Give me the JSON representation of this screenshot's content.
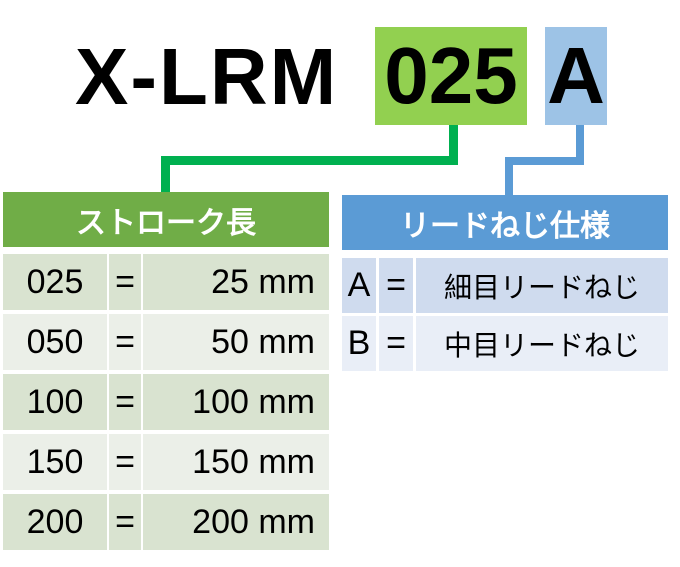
{
  "model": {
    "prefix": "X-LRM",
    "stroke_code": "025",
    "lead_code": "A"
  },
  "colors": {
    "green_box": "#92d050",
    "blue_box": "#9dc3e6",
    "green_header": "#70ad47",
    "blue_header": "#5b9bd5",
    "green_line": "#00b050"
  },
  "stroke_table": {
    "header": "ストローク長",
    "rows": [
      {
        "code": "025",
        "eq": "=",
        "value": "25 mm"
      },
      {
        "code": "050",
        "eq": "=",
        "value": "50 mm"
      },
      {
        "code": "100",
        "eq": "=",
        "value": "100 mm"
      },
      {
        "code": "150",
        "eq": "=",
        "value": "150 mm"
      },
      {
        "code": "200",
        "eq": "=",
        "value": "200 mm"
      }
    ]
  },
  "lead_table": {
    "header": "リードねじ仕様",
    "rows": [
      {
        "code": "A",
        "eq": "=",
        "value": "細目リードねじ"
      },
      {
        "code": "B",
        "eq": "=",
        "value": "中目リードねじ"
      }
    ]
  }
}
